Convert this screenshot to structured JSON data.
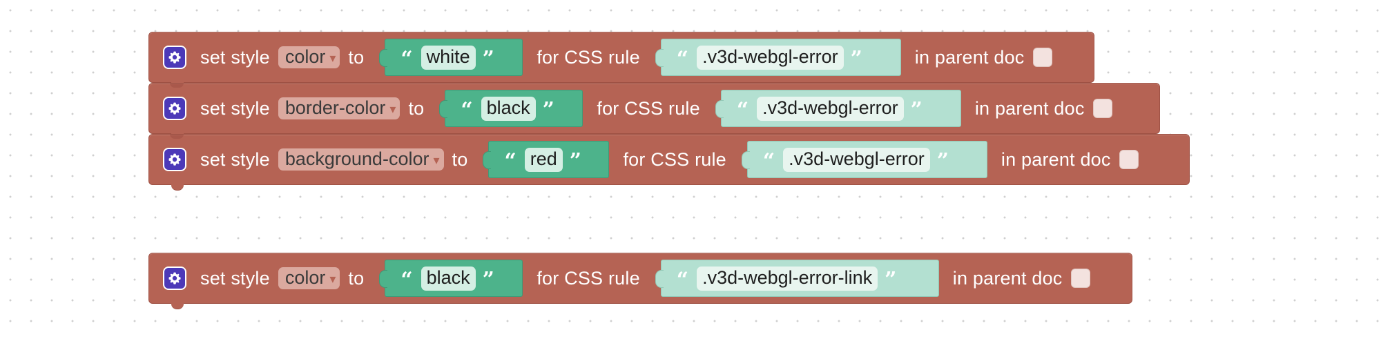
{
  "colors": {
    "block": "#b56354",
    "value_dark": "#4db38b",
    "value_light": "#b3e0d1",
    "gear_icon_bg": "#4c39b8"
  },
  "icons": {
    "block_icon": "gear-icon",
    "dropdown_arrow": "dropdown-arrow-icon",
    "checkbox": "checkbox"
  },
  "blocks": [
    {
      "prefix": "set style",
      "property": "color",
      "to_label": "to",
      "value": "white",
      "rule_label": "for CSS rule",
      "rule": ".v3d-webgl-error",
      "parent_label": "in parent doc",
      "parent_checked": false
    },
    {
      "prefix": "set style",
      "property": "border-color",
      "to_label": "to",
      "value": "black",
      "rule_label": "for CSS rule",
      "rule": ".v3d-webgl-error",
      "parent_label": "in parent doc",
      "parent_checked": false
    },
    {
      "prefix": "set style",
      "property": "background-color",
      "to_label": "to",
      "value": "red",
      "rule_label": "for CSS rule",
      "rule": ".v3d-webgl-error",
      "parent_label": "in parent doc",
      "parent_checked": false
    },
    {
      "prefix": "set style",
      "property": "color",
      "to_label": "to",
      "value": "black",
      "rule_label": "for CSS rule",
      "rule": ".v3d-webgl-error-link",
      "parent_label": "in parent doc",
      "parent_checked": false
    }
  ],
  "quotes": {
    "open": "“",
    "close": "”"
  },
  "dropdown_arrow_glyph": "▾"
}
